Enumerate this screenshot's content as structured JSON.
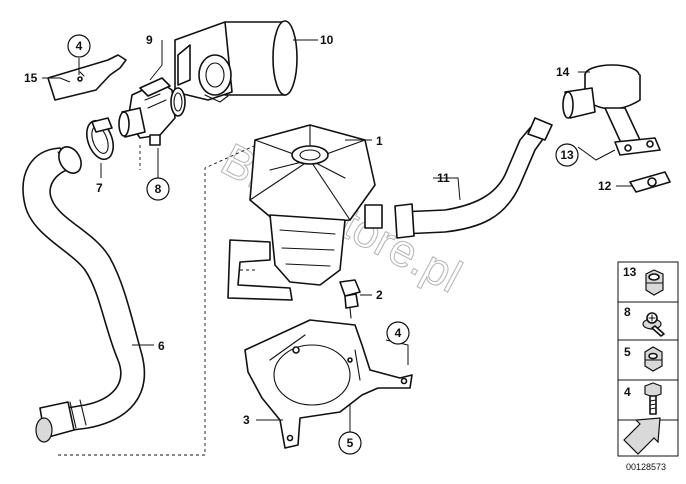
{
  "callouts": {
    "pump": "1",
    "sensor": "2",
    "bracket": "3",
    "bracket_clip_top": "4",
    "bracket_clip_bottom": "4",
    "nut_bottom": "5",
    "hose_long": "6",
    "clamp": "7",
    "screw": "8",
    "valve": "9",
    "filter": "10",
    "hose_right": "11",
    "gasket": "12",
    "nut_right": "13",
    "check_valve": "14",
    "clip_bracket": "15"
  },
  "legend_panel": {
    "items": [
      {
        "number": "13",
        "icon": "self-locking-nut-icon"
      },
      {
        "number": "8",
        "icon": "washer-screw-icon"
      },
      {
        "number": "5",
        "icon": "hex-nut-icon"
      },
      {
        "number": "4",
        "icon": "hex-bolt-icon"
      }
    ],
    "arrow_icon": "direction-arrow-icon"
  },
  "reference_number": "00128573",
  "watermark": "BMWstore.pl"
}
